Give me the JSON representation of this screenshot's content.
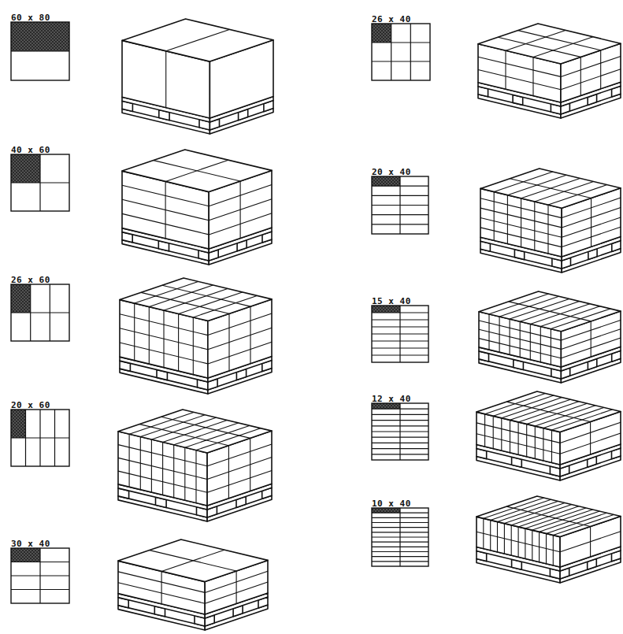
{
  "diagram": {
    "labels": [
      "60 x 80",
      "40 x 60",
      "26 x 60",
      "20 x 60",
      "30 x 40",
      "26 x 40",
      "20 x 40",
      "15 x 40",
      "12 x 40",
      "10 x 40"
    ]
  }
}
